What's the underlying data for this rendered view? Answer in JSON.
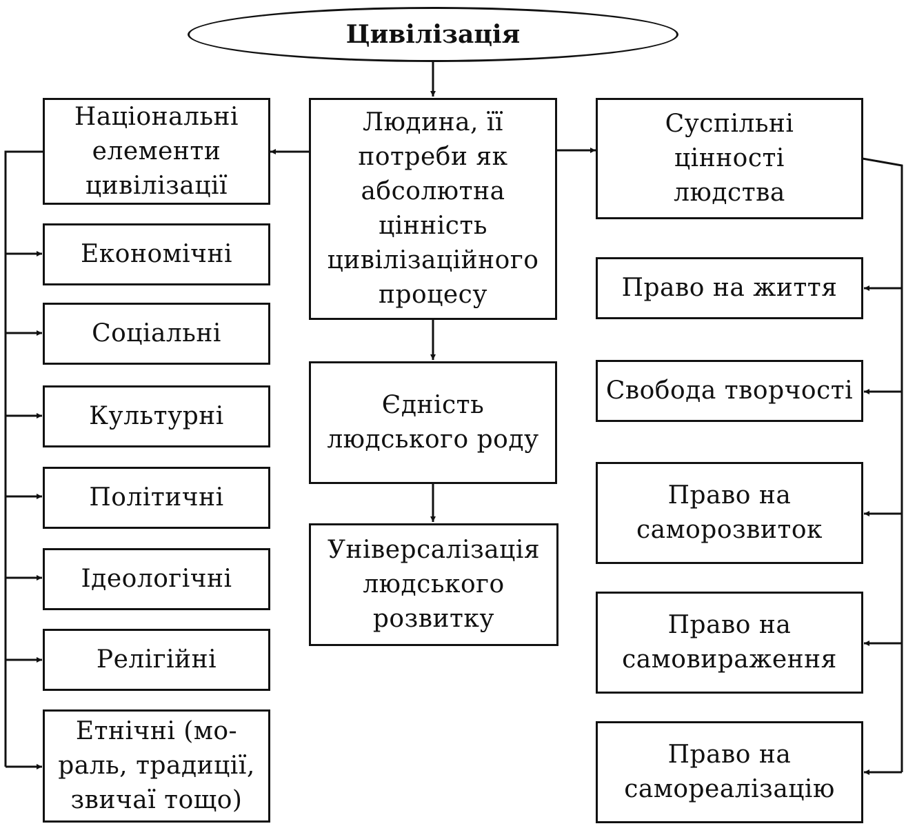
{
  "title": "Цивілізація",
  "center": {
    "person": [
      "Людина, її",
      "потреби як",
      "абсолютна",
      "цінність",
      "цивілізаційного",
      "процесу"
    ],
    "unity": [
      "Єдність",
      "людського роду"
    ],
    "universal": [
      "Універсалізація",
      "людського",
      "розвитку"
    ]
  },
  "left": {
    "header": [
      "Національні",
      "елементи",
      "цивілізації"
    ],
    "items": [
      "Економічні",
      "Соціальні",
      "Культурні",
      "Політичні",
      "Ідеологічні",
      "Релігійні"
    ],
    "ethnic": [
      "Етнічні (мо-",
      "раль, традиції,",
      "звичаї тощо)"
    ]
  },
  "right": {
    "header": [
      "Суспільні",
      "цінності",
      "людства"
    ],
    "items": [
      [
        "Право на життя"
      ],
      [
        "Свобода творчості"
      ],
      [
        "Право на",
        "саморозвиток"
      ],
      [
        "Право на",
        "самовираження"
      ],
      [
        "Право на",
        "самореалізацію"
      ]
    ]
  }
}
